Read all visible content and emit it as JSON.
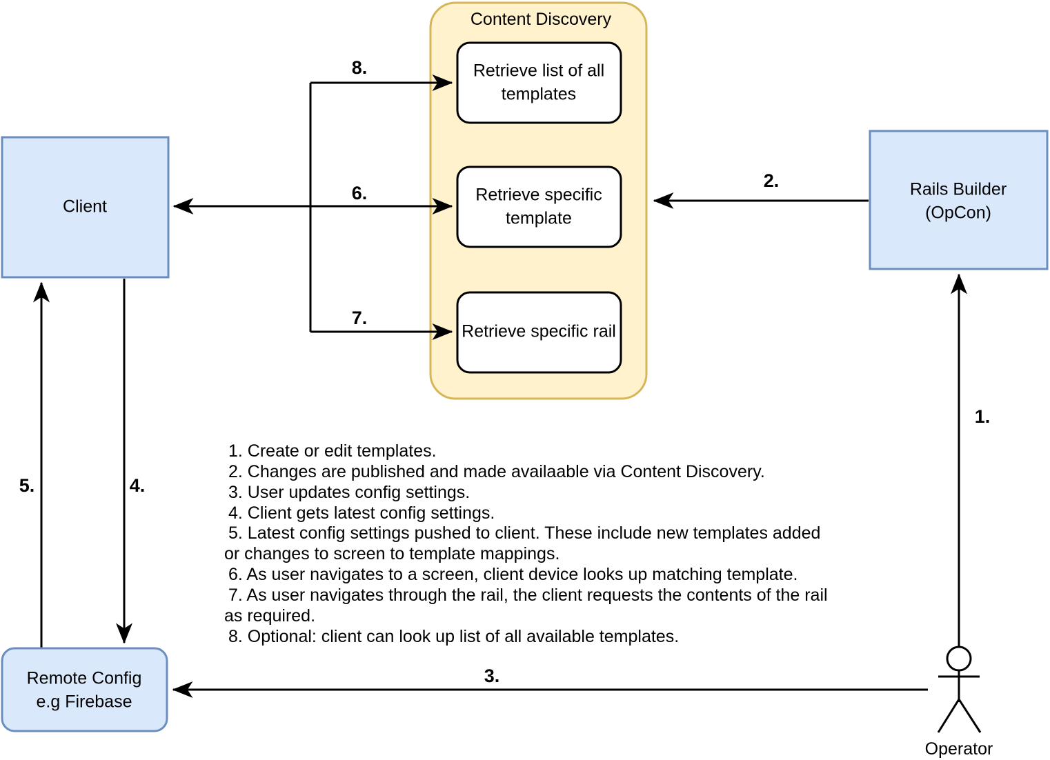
{
  "diagram": {
    "title": "Content Discovery Architecture Flow",
    "colors": {
      "process_fill": "#DAE8FC",
      "process_stroke": "#6C8EBF",
      "group_fill": "#FFF2CC",
      "group_stroke": "#D6B656",
      "box_fill": "#FFFFFF",
      "box_stroke": "#000000",
      "edge_stroke": "#000000",
      "background": "#FFFFFF"
    },
    "nodes": {
      "client": {
        "label": "Client"
      },
      "rails_builder": {
        "line1": "Rails Builder",
        "line2": "(OpCon)"
      },
      "remote_config": {
        "line1": "Remote Config",
        "line2": "e.g Firebase"
      },
      "operator": {
        "label": "Operator"
      }
    },
    "group": {
      "title": "Content Discovery",
      "items": [
        {
          "line1": "Retrieve list of all",
          "line2": "templates"
        },
        {
          "line1": "Retrieve specific",
          "line2": "template"
        },
        {
          "line1": "Retrieve specific rail",
          "line2": ""
        }
      ]
    },
    "steps": {
      "s1": "1.",
      "s2": "2.",
      "s3": "3.",
      "s4": "4.",
      "s5": "5.",
      "s6": "6.",
      "s7": "7.",
      "s8": "8."
    },
    "legend": [
      "1. Create or edit templates.",
      "2. Changes are published and made availaable via Content Discovery.",
      "3. User updates config settings.",
      "4. Client gets latest config settings.",
      "5. Latest config settings pushed to client. These include new templates added",
      "or changes to screen to template mappings.",
      "6. As user navigates to a screen, client device looks up matching template.",
      "7. As user navigates through the rail, the client requests the contents of the rail",
      "as required.",
      "8. Optional: client can look up list of all available templates."
    ]
  }
}
